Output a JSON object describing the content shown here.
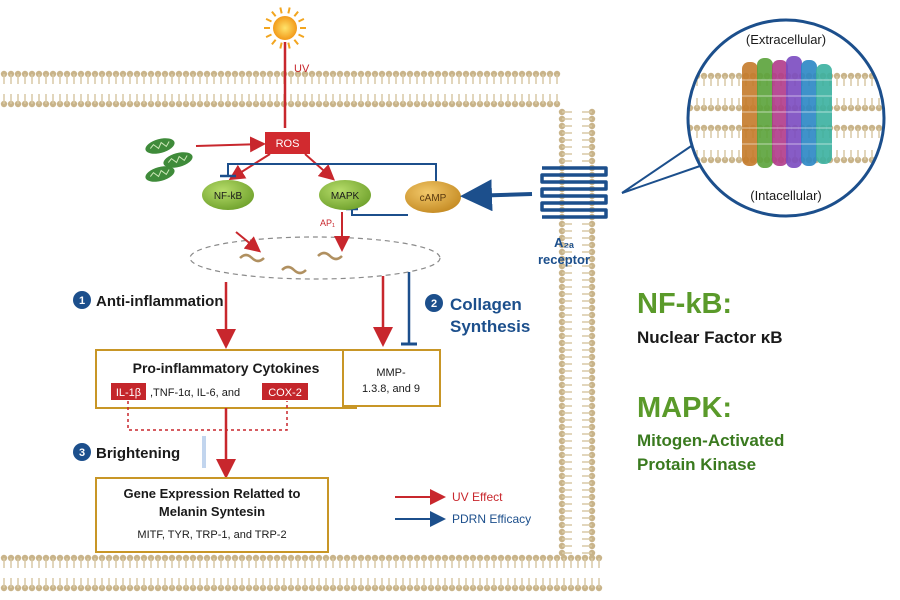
{
  "stimulus": {
    "uv": "UV",
    "ros": "ROS"
  },
  "pathway": {
    "nfkb": "NF-kB",
    "mapk": "MAPK",
    "camp": "cAMP",
    "ap1": "AP₁"
  },
  "receptor": {
    "line1": "A₂ₐ",
    "line2": "receptor"
  },
  "inset": {
    "top": "(Extracellular)",
    "bottom": "(Intacellular)"
  },
  "sections": {
    "anti": {
      "num": "1",
      "label": "Anti-inflammation"
    },
    "collagen": {
      "num": "2",
      "line1": "Collagen",
      "line2": "Synthesis"
    },
    "bright": {
      "num": "3",
      "label": "Brightening"
    }
  },
  "cytokines": {
    "title": "Pro-inflammatory Cytokines",
    "il1b": "IL-1β",
    "middle": ",TNF-1α, IL-6, and",
    "cox2": "COX-2"
  },
  "mmp": {
    "line1": "MMP-",
    "line2": "1.3.8, and 9"
  },
  "gene": {
    "line1": "Gene Expression Relatted to",
    "line2": "Melanin Syntesin",
    "line3": "MITF, TYR, TRP-1, and TRP-2"
  },
  "legend": {
    "uv": "UV Effect",
    "pdrn": "PDRN Efficacy"
  },
  "glossary": {
    "nfkb_term": "NF-kB:",
    "nfkb_def": "Nuclear Factor κB",
    "mapk_term": "MAPK:",
    "mapk_def1": "Mitogen-Activated",
    "mapk_def2": "Protain Kinase"
  },
  "colors": {
    "uv_red": "#c8272d",
    "pdrn_blue": "#1c4f8c",
    "green_node": "#86b83e",
    "camp_orange": "#d9a23a",
    "box_border": "#c89626",
    "glossary_green": "#5a9a2a",
    "membrane": "#c9b48a"
  }
}
